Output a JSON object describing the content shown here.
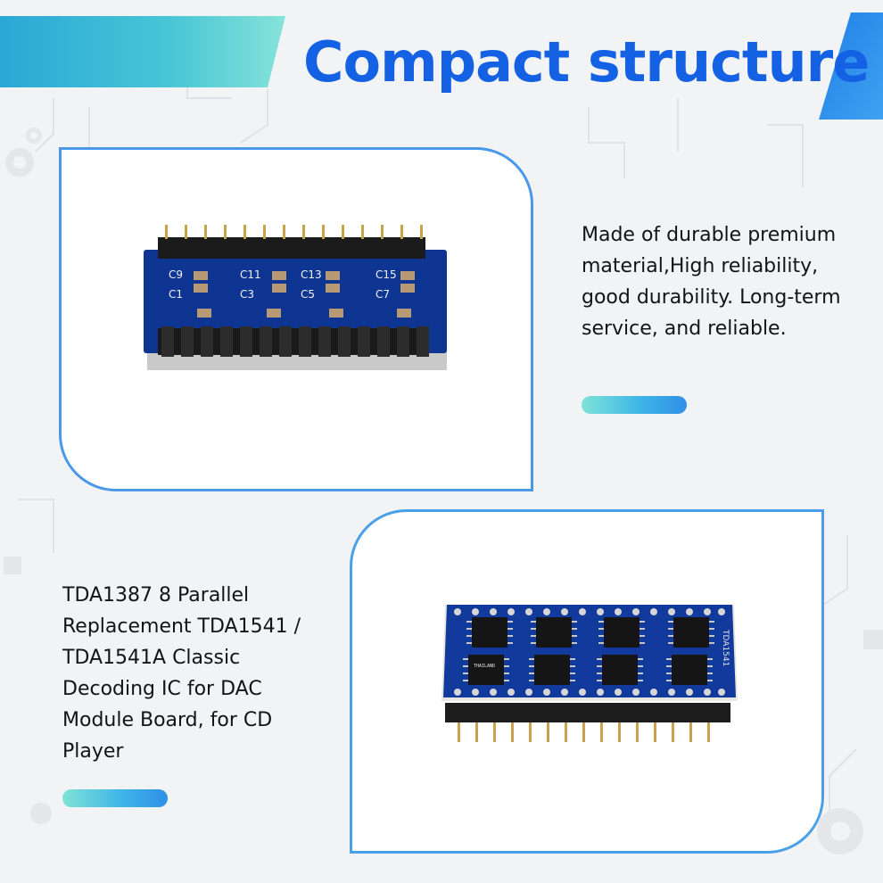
{
  "header": {
    "title": "Compact structure"
  },
  "feature_1": {
    "text": "Made of durable premium material,High reliability, good durability. Long-term service, and reliable."
  },
  "feature_2": {
    "text": "TDA1387 8 Parallel Replacement TDA1541 / TDA1541A Classic Decoding IC for DAC Module Board, for CD Player"
  },
  "board_top": {
    "silkscreen": [
      "C9",
      "C11",
      "C13",
      "C15",
      "C1",
      "C3",
      "C5",
      "C7"
    ],
    "component_color": "#0d2f8f"
  },
  "board_bottom": {
    "chip_label": "THAILAND",
    "edge_label": "TDA1541",
    "component_color": "#123a9c"
  },
  "colors": {
    "accent": "#1462e3",
    "frame": "#3f8ee8",
    "gradient_start": "#7fe3d6",
    "gradient_end": "#2f8fe6"
  }
}
